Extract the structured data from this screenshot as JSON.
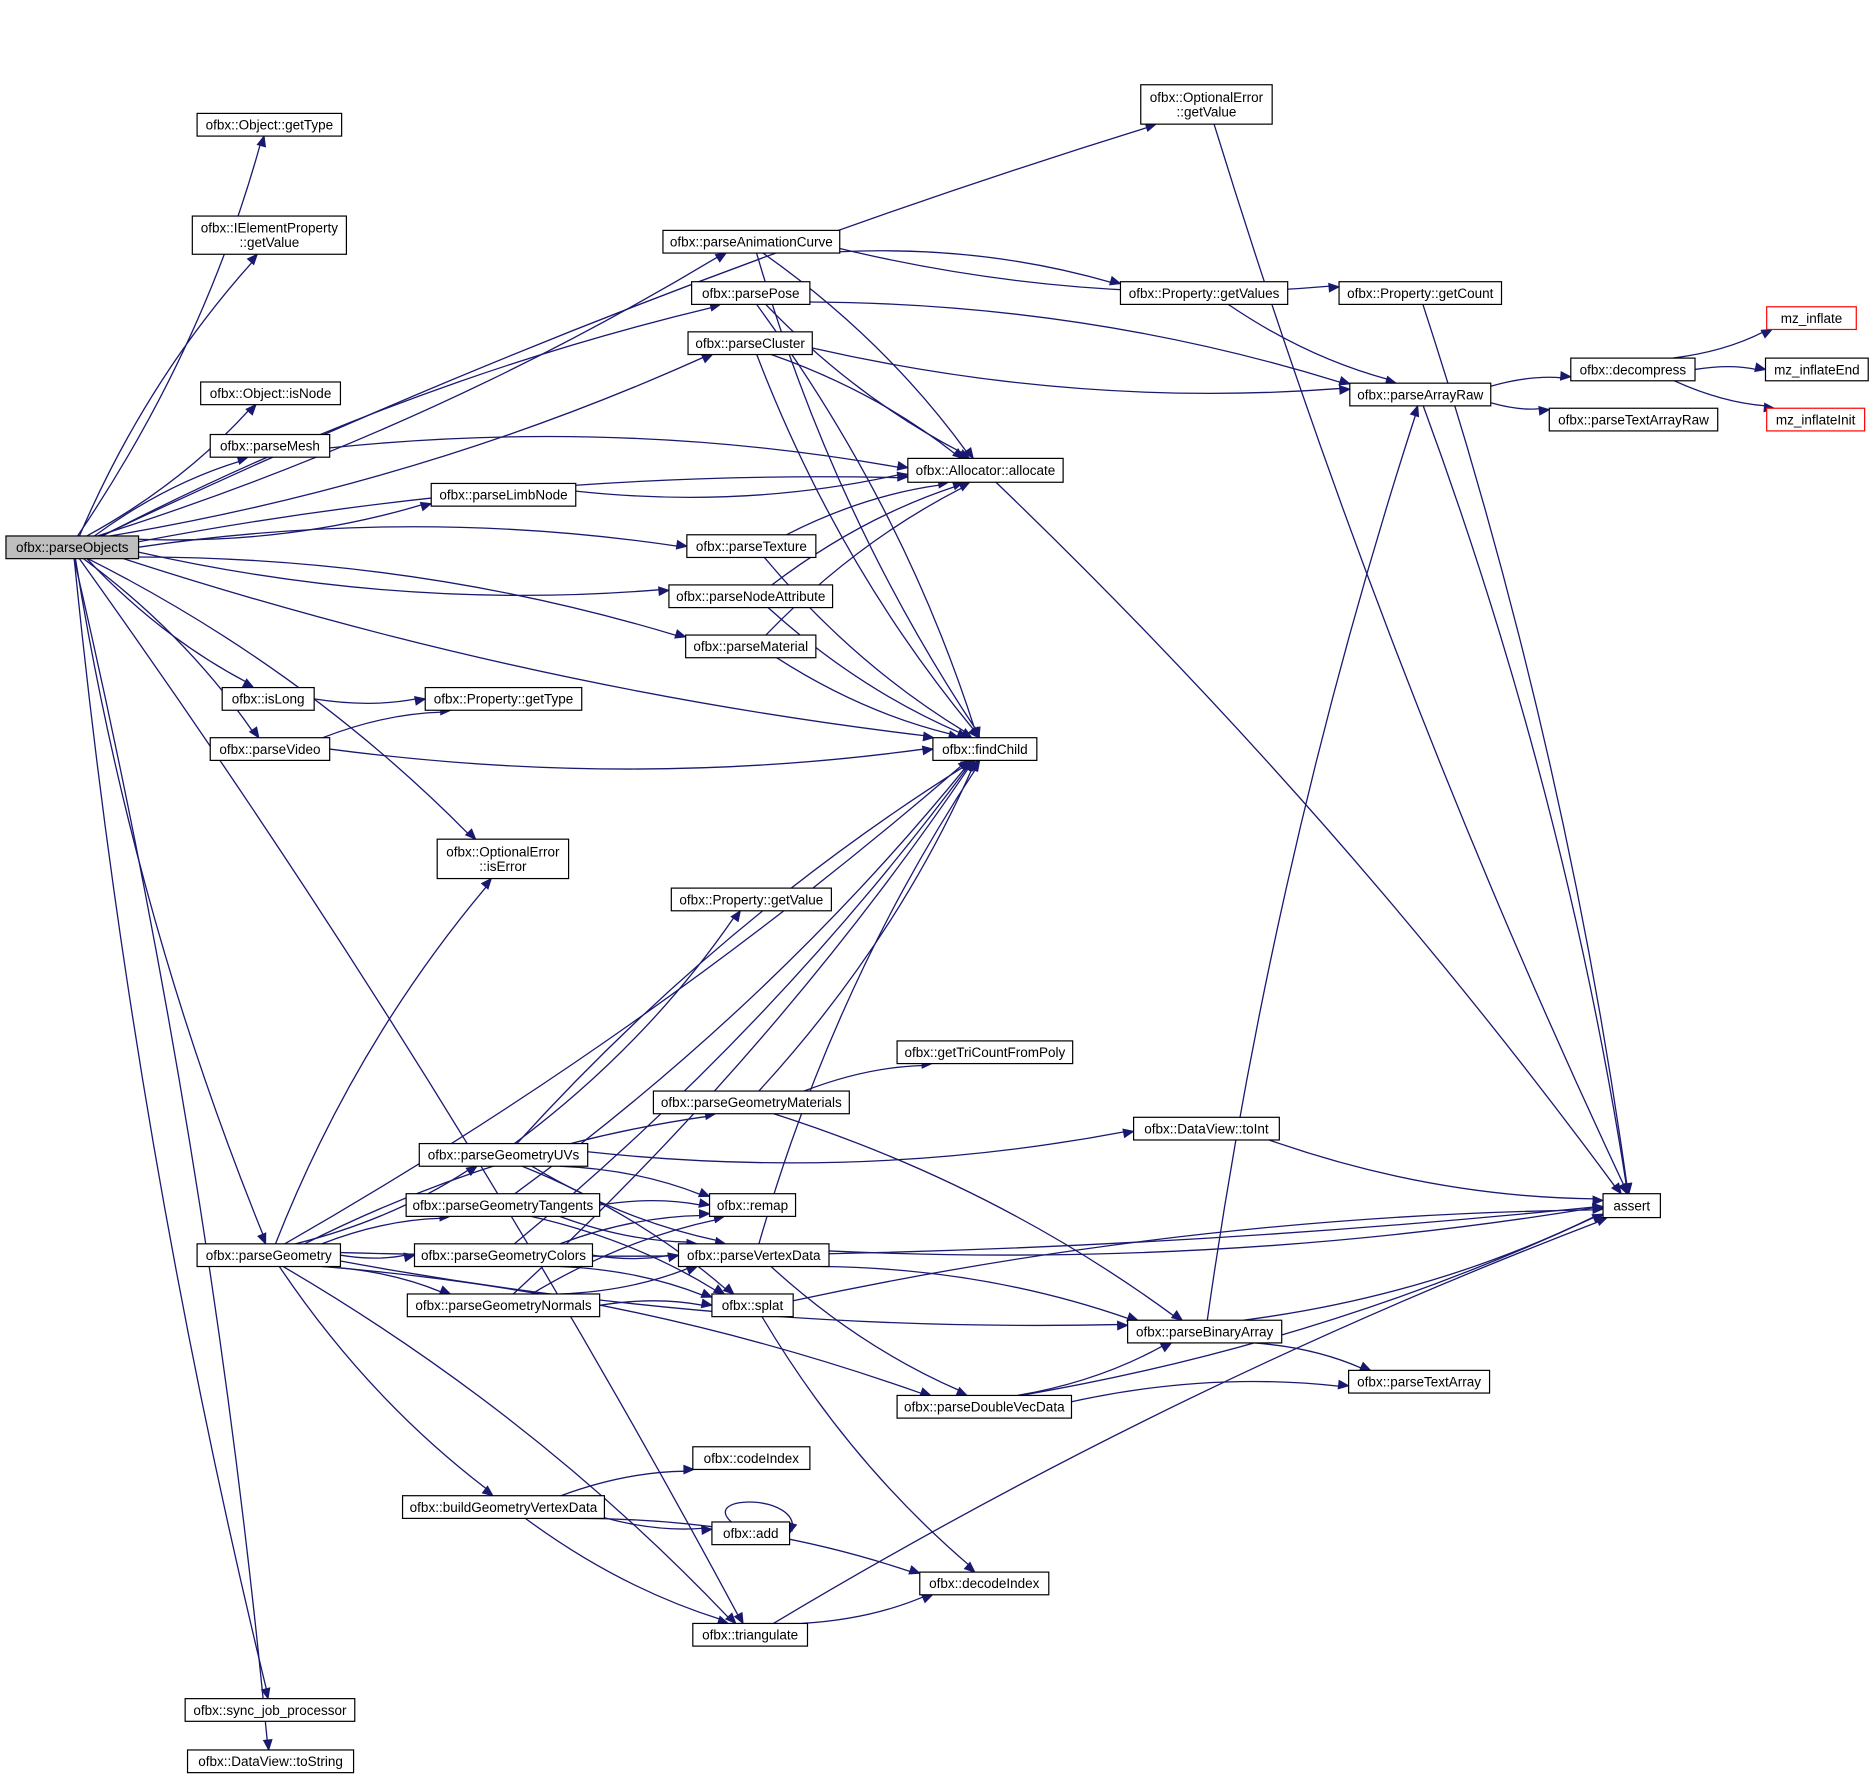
{
  "diagram": {
    "type": "call-graph",
    "colors": {
      "edge": "#191970",
      "root_fill": "#bfbfbf",
      "box_stroke": "#000000",
      "external_stroke": "#ff0000"
    },
    "nodes": [
      {
        "id": "parseObjects",
        "lines": [
          "ofbx::parseObjects"
        ],
        "root": true
      },
      {
        "id": "optErrGetValue",
        "lines": [
          "ofbx::OptionalError",
          "::getValue"
        ]
      },
      {
        "id": "objGetType",
        "lines": [
          "ofbx::Object::getType"
        ]
      },
      {
        "id": "ielemGetValue",
        "lines": [
          "ofbx::IElementProperty",
          "::getValue"
        ]
      },
      {
        "id": "parseAnimationCurve",
        "lines": [
          "ofbx::parseAnimationCurve"
        ]
      },
      {
        "id": "parsePose",
        "lines": [
          "ofbx::parsePose"
        ]
      },
      {
        "id": "propGetValues",
        "lines": [
          "ofbx::Property::getValues"
        ]
      },
      {
        "id": "propGetCount",
        "lines": [
          "ofbx::Property::getCount"
        ]
      },
      {
        "id": "mzInflate",
        "lines": [
          "mz_inflate"
        ],
        "external": true
      },
      {
        "id": "parseCluster",
        "lines": [
          "ofbx::parseCluster"
        ]
      },
      {
        "id": "decompress",
        "lines": [
          "ofbx::decompress"
        ]
      },
      {
        "id": "mzInflateEnd",
        "lines": [
          "mz_inflateEnd"
        ]
      },
      {
        "id": "parseArrayRaw",
        "lines": [
          "ofbx::parseArrayRaw"
        ]
      },
      {
        "id": "objIsNode",
        "lines": [
          "ofbx::Object::isNode"
        ]
      },
      {
        "id": "mzInflateInit",
        "lines": [
          "mz_inflateInit"
        ],
        "external": true
      },
      {
        "id": "parseTextArrayRaw",
        "lines": [
          "ofbx::parseTextArrayRaw"
        ]
      },
      {
        "id": "parseMesh",
        "lines": [
          "ofbx::parseMesh"
        ]
      },
      {
        "id": "allocate",
        "lines": [
          "ofbx::Allocator::allocate"
        ]
      },
      {
        "id": "parseLimbNode",
        "lines": [
          "ofbx::parseLimbNode"
        ]
      },
      {
        "id": "parseTexture",
        "lines": [
          "ofbx::parseTexture"
        ]
      },
      {
        "id": "parseNodeAttribute",
        "lines": [
          "ofbx::parseNodeAttribute"
        ]
      },
      {
        "id": "parseMaterial",
        "lines": [
          "ofbx::parseMaterial"
        ]
      },
      {
        "id": "isLong",
        "lines": [
          "ofbx::isLong"
        ]
      },
      {
        "id": "propGetType",
        "lines": [
          "ofbx::Property::getType"
        ]
      },
      {
        "id": "parseVideo",
        "lines": [
          "ofbx::parseVideo"
        ]
      },
      {
        "id": "findChild",
        "lines": [
          "ofbx::findChild"
        ]
      },
      {
        "id": "optErrIsError",
        "lines": [
          "ofbx::OptionalError",
          "::isError"
        ]
      },
      {
        "id": "propGetValue",
        "lines": [
          "ofbx::Property::getValue"
        ]
      },
      {
        "id": "getTriCount",
        "lines": [
          "ofbx::getTriCountFromPoly"
        ]
      },
      {
        "id": "parseGeometryMaterials",
        "lines": [
          "ofbx::parseGeometryMaterials"
        ]
      },
      {
        "id": "dataViewToInt",
        "lines": [
          "ofbx::DataView::toInt"
        ]
      },
      {
        "id": "parseGeometryUVs",
        "lines": [
          "ofbx::parseGeometryUVs"
        ]
      },
      {
        "id": "parseGeometryTangents",
        "lines": [
          "ofbx::parseGeometryTangents"
        ]
      },
      {
        "id": "remap",
        "lines": [
          "ofbx::remap"
        ]
      },
      {
        "id": "assert",
        "lines": [
          "assert"
        ]
      },
      {
        "id": "parseGeometry",
        "lines": [
          "ofbx::parseGeometry"
        ]
      },
      {
        "id": "parseGeometryColors",
        "lines": [
          "ofbx::parseGeometryColors"
        ]
      },
      {
        "id": "parseVertexData",
        "lines": [
          "ofbx::parseVertexData"
        ]
      },
      {
        "id": "parseGeometryNormals",
        "lines": [
          "ofbx::parseGeometryNormals"
        ]
      },
      {
        "id": "splat",
        "lines": [
          "ofbx::splat"
        ]
      },
      {
        "id": "parseBinaryArray",
        "lines": [
          "ofbx::parseBinaryArray"
        ]
      },
      {
        "id": "parseTextArray",
        "lines": [
          "ofbx::parseTextArray"
        ]
      },
      {
        "id": "parseDoubleVecData",
        "lines": [
          "ofbx::parseDoubleVecData"
        ]
      },
      {
        "id": "codeIndex",
        "lines": [
          "ofbx::codeIndex"
        ]
      },
      {
        "id": "buildGeometryVertexData",
        "lines": [
          "ofbx::buildGeometryVertexData"
        ]
      },
      {
        "id": "add",
        "lines": [
          "ofbx::add"
        ]
      },
      {
        "id": "decodeIndex",
        "lines": [
          "ofbx::decodeIndex"
        ]
      },
      {
        "id": "triangulate",
        "lines": [
          "ofbx::triangulate"
        ]
      },
      {
        "id": "syncJob",
        "lines": [
          "ofbx::sync_job_processor"
        ]
      },
      {
        "id": "dataViewToString",
        "lines": [
          "ofbx::DataView::toString"
        ]
      }
    ],
    "edges": [
      [
        "parseObjects",
        "optErrGetValue"
      ],
      [
        "parseObjects",
        "objGetType"
      ],
      [
        "parseObjects",
        "ielemGetValue"
      ],
      [
        "parseObjects",
        "parseAnimationCurve"
      ],
      [
        "parseObjects",
        "parsePose"
      ],
      [
        "parseObjects",
        "parseCluster"
      ],
      [
        "parseObjects",
        "allocate"
      ],
      [
        "parseObjects",
        "objIsNode"
      ],
      [
        "parseObjects",
        "parseMesh"
      ],
      [
        "parseObjects",
        "parseLimbNode"
      ],
      [
        "parseObjects",
        "parseTexture"
      ],
      [
        "parseObjects",
        "parseNodeAttribute"
      ],
      [
        "parseObjects",
        "parseMaterial"
      ],
      [
        "parseObjects",
        "isLong"
      ],
      [
        "parseObjects",
        "parseVideo"
      ],
      [
        "parseObjects",
        "findChild"
      ],
      [
        "parseObjects",
        "optErrIsError"
      ],
      [
        "parseObjects",
        "parseGeometry"
      ],
      [
        "parseObjects",
        "triangulate"
      ],
      [
        "parseObjects",
        "syncJob"
      ],
      [
        "parseObjects",
        "dataViewToString"
      ],
      [
        "optErrGetValue",
        "assert"
      ],
      [
        "parseAnimationCurve",
        "propGetValues"
      ],
      [
        "parseAnimationCurve",
        "propGetCount"
      ],
      [
        "parseAnimationCurve",
        "allocate"
      ],
      [
        "parseAnimationCurve",
        "findChild"
      ],
      [
        "parsePose",
        "parseArrayRaw"
      ],
      [
        "parsePose",
        "allocate"
      ],
      [
        "parsePose",
        "findChild"
      ],
      [
        "propGetValues",
        "parseArrayRaw"
      ],
      [
        "propGetCount",
        "assert"
      ],
      [
        "parseCluster",
        "parseArrayRaw"
      ],
      [
        "parseCluster",
        "allocate"
      ],
      [
        "parseCluster",
        "findChild"
      ],
      [
        "parseArrayRaw",
        "decompress"
      ],
      [
        "parseArrayRaw",
        "parseTextArrayRaw"
      ],
      [
        "parseArrayRaw",
        "assert"
      ],
      [
        "decompress",
        "mzInflate"
      ],
      [
        "decompress",
        "mzInflateEnd"
      ],
      [
        "decompress",
        "mzInflateInit"
      ],
      [
        "parseMesh",
        "allocate"
      ],
      [
        "parseLimbNode",
        "allocate"
      ],
      [
        "parseTexture",
        "allocate"
      ],
      [
        "parseTexture",
        "findChild"
      ],
      [
        "parseNodeAttribute",
        "allocate"
      ],
      [
        "parseNodeAttribute",
        "findChild"
      ],
      [
        "parseMaterial",
        "allocate"
      ],
      [
        "parseMaterial",
        "findChild"
      ],
      [
        "allocate",
        "assert"
      ],
      [
        "isLong",
        "propGetType"
      ],
      [
        "parseVideo",
        "propGetType"
      ],
      [
        "parseVideo",
        "findChild"
      ],
      [
        "parseGeometry",
        "optErrIsError"
      ],
      [
        "parseGeometry",
        "findChild"
      ],
      [
        "parseGeometry",
        "parseGeometryMaterials"
      ],
      [
        "parseGeometry",
        "parseGeometryUVs"
      ],
      [
        "parseGeometry",
        "parseGeometryTangents"
      ],
      [
        "parseGeometry",
        "parseGeometryColors"
      ],
      [
        "parseGeometry",
        "parseGeometryNormals"
      ],
      [
        "parseGeometry",
        "parseBinaryArray"
      ],
      [
        "parseGeometry",
        "parseDoubleVecData"
      ],
      [
        "parseGeometry",
        "buildGeometryVertexData"
      ],
      [
        "parseGeometry",
        "triangulate"
      ],
      [
        "parseGeometry",
        "assert"
      ],
      [
        "parseGeometryMaterials",
        "getTriCount"
      ],
      [
        "parseGeometryMaterials",
        "findChild"
      ],
      [
        "parseGeometryMaterials",
        "parseBinaryArray"
      ],
      [
        "parseGeometryUVs",
        "propGetValue"
      ],
      [
        "parseGeometryUVs",
        "findChild"
      ],
      [
        "parseGeometryUVs",
        "dataViewToInt"
      ],
      [
        "parseGeometryUVs",
        "remap"
      ],
      [
        "parseGeometryUVs",
        "parseVertexData"
      ],
      [
        "parseGeometryUVs",
        "splat"
      ],
      [
        "parseGeometryTangents",
        "findChild"
      ],
      [
        "parseGeometryTangents",
        "remap"
      ],
      [
        "parseGeometryTangents",
        "parseVertexData"
      ],
      [
        "parseGeometryTangents",
        "splat"
      ],
      [
        "parseGeometryColors",
        "findChild"
      ],
      [
        "parseGeometryColors",
        "remap"
      ],
      [
        "parseGeometryColors",
        "parseVertexData"
      ],
      [
        "parseGeometryColors",
        "splat"
      ],
      [
        "parseGeometryNormals",
        "findChild"
      ],
      [
        "parseGeometryNormals",
        "remap"
      ],
      [
        "parseGeometryNormals",
        "parseVertexData"
      ],
      [
        "parseGeometryNormals",
        "splat"
      ],
      [
        "dataViewToInt",
        "assert"
      ],
      [
        "parseVertexData",
        "findChild"
      ],
      [
        "parseVertexData",
        "assert"
      ],
      [
        "parseVertexData",
        "parseBinaryArray"
      ],
      [
        "parseVertexData",
        "parseDoubleVecData"
      ],
      [
        "splat",
        "assert"
      ],
      [
        "splat",
        "decodeIndex"
      ],
      [
        "parseBinaryArray",
        "parseArrayRaw"
      ],
      [
        "parseBinaryArray",
        "assert"
      ],
      [
        "parseBinaryArray",
        "parseTextArray"
      ],
      [
        "parseDoubleVecData",
        "parseBinaryArray"
      ],
      [
        "parseDoubleVecData",
        "parseTextArray"
      ],
      [
        "parseDoubleVecData",
        "assert"
      ],
      [
        "buildGeometryVertexData",
        "codeIndex"
      ],
      [
        "buildGeometryVertexData",
        "add"
      ],
      [
        "buildGeometryVertexData",
        "decodeIndex"
      ],
      [
        "buildGeometryVertexData",
        "triangulate"
      ],
      [
        "add",
        "add"
      ],
      [
        "triangulate",
        "decodeIndex"
      ],
      [
        "triangulate",
        "assert"
      ]
    ]
  }
}
